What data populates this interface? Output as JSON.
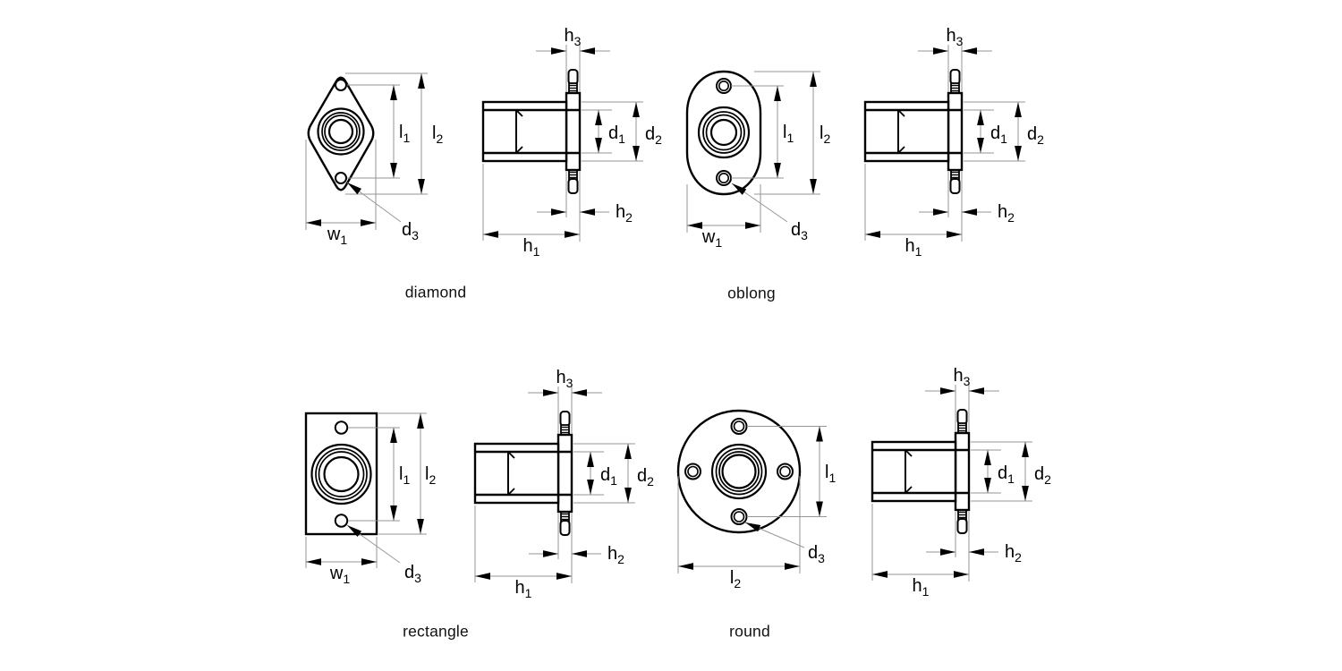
{
  "figure": {
    "kind": "technical-drawing",
    "description": "Four flange nut variants, each shown as front view and side view with dimension callouts",
    "variants": [
      "diamond",
      "oblong",
      "rectangle",
      "round"
    ]
  },
  "captions": {
    "diamond": "diamond",
    "oblong": "oblong",
    "rectangle": "rectangle",
    "round": "round"
  },
  "dimension_labels": {
    "h1": {
      "base": "h",
      "sub": "1"
    },
    "h2": {
      "base": "h",
      "sub": "2"
    },
    "h3": {
      "base": "h",
      "sub": "3"
    },
    "d1": {
      "base": "d",
      "sub": "1"
    },
    "d2": {
      "base": "d",
      "sub": "2"
    },
    "d3": {
      "base": "d",
      "sub": "3"
    },
    "l1": {
      "base": "l",
      "sub": "1"
    },
    "l2": {
      "base": "l",
      "sub": "2"
    },
    "w1": {
      "base": "w",
      "sub": "1"
    }
  },
  "views": {
    "front_dimensions": {
      "diamond": [
        "l1",
        "l2",
        "w1",
        "d3"
      ],
      "oblong": [
        "l1",
        "l2",
        "w1",
        "d3"
      ],
      "rectangle": [
        "l1",
        "l2",
        "w1",
        "d3"
      ],
      "round": [
        "l1",
        "l2",
        "d3"
      ]
    },
    "side_dimensions": [
      "h3",
      "d1",
      "d2",
      "h2",
      "h1"
    ]
  },
  "colors": {
    "outline": "#000000",
    "dim_line": "#969696",
    "text": "#000000",
    "background": "#ffffff"
  }
}
